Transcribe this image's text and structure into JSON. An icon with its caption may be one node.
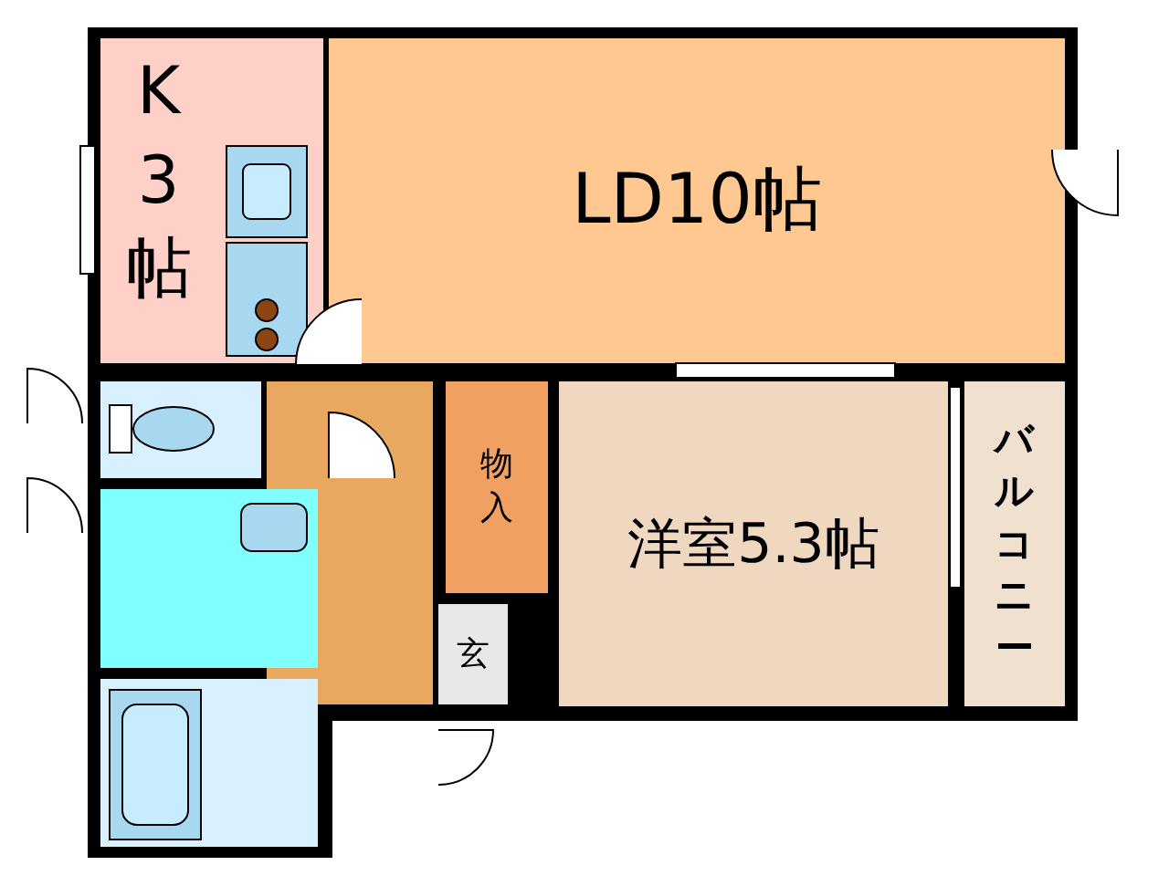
{
  "diagram": {
    "nodes": [
      {
        "text": [
          "K3帖"
        ]
      },
      {
        "text": [
          "LD10帖"
        ]
      },
      {
        "text": [],
        "shape": "box"
      },
      {
        "text": [],
        "shape": "box"
      },
      {
        "text": [
          "物入"
        ]
      },
      {
        "text": [
          "洋室5.3帖"
        ]
      },
      {
        "text": [
          "バルコニー"
        ]
      },
      {
        "text": [],
        "shape": "box"
      },
      {
        "text": [
          "玄"
        ]
      },
      {
        "text": [],
        "shape": "box"
      }
    ]
  }
}
